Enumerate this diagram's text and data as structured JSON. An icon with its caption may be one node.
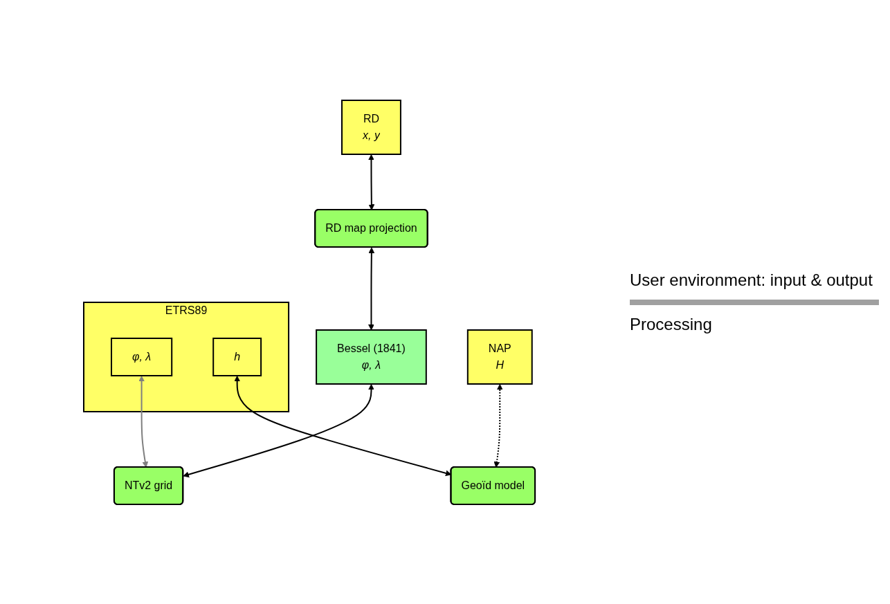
{
  "diagram": {
    "nodes": [
      {
        "text": [
          "RD",
          "x, y"
        ]
      },
      {
        "text": [
          "ETRS89"
        ]
      },
      {
        "text": [
          "φ, λ"
        ],
        "in": 1
      },
      {
        "text": [
          "h"
        ],
        "in": 1
      },
      {
        "text": [
          "NAP",
          "H"
        ]
      },
      {
        "text": [
          "RD map projection"
        ]
      },
      {
        "text": [
          "Geoïd model"
        ]
      },
      {
        "text": [
          "Bessel (1841)",
          "φ,  λ"
        ]
      },
      {
        "text": [
          "NTv2 grid"
        ]
      }
    ],
    "edges": [
      {
        "from": 0,
        "to": 5,
        "arrow": "both"
      },
      {
        "from": 2,
        "to": 8,
        "arrow": "both",
        "color": "#808080"
      },
      {
        "from": 3,
        "to": 6,
        "arrow": "both"
      },
      {
        "from": 4,
        "to": 6,
        "arrow": "both",
        "style": "dashed"
      },
      {
        "from": 5,
        "to": 7,
        "arrow": "both"
      },
      {
        "from": 7,
        "to": 8,
        "arrow": "both"
      }
    ],
    "labels": [
      "User environment: input & output",
      "Processing"
    ]
  }
}
